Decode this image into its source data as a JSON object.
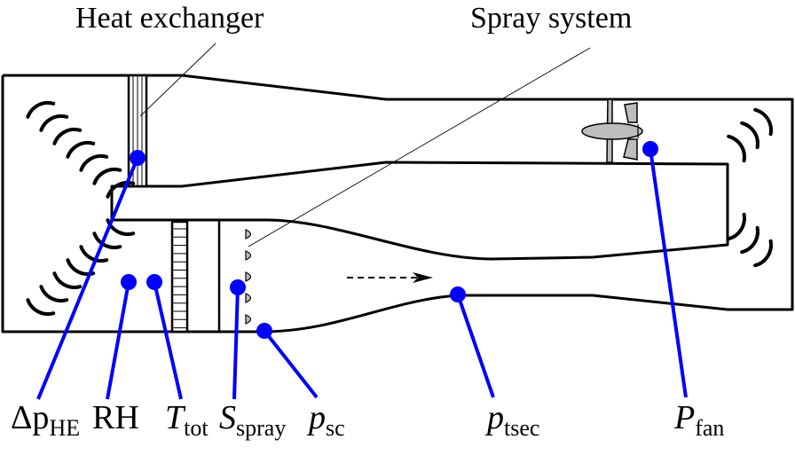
{
  "diagram": {
    "title_labels": {
      "heat_exchanger": "Heat exchanger",
      "spray_system": "Spray system"
    },
    "flow_direction": "left-to-right (lower test section)",
    "sensors": [
      {
        "id": "dp_he",
        "symbol": "Δp",
        "subscript": "HE",
        "italic": true
      },
      {
        "id": "rh",
        "symbol": "RH",
        "subscript": "",
        "italic": false
      },
      {
        "id": "t_tot",
        "symbol": "T",
        "subscript": "tot",
        "italic": true
      },
      {
        "id": "s_spray",
        "symbol": "S",
        "subscript": "spray",
        "italic": true
      },
      {
        "id": "p_sc",
        "symbol": "p",
        "subscript": "sc",
        "italic": true
      },
      {
        "id": "p_tsec",
        "symbol": "p",
        "subscript": "tsec",
        "italic": true
      },
      {
        "id": "p_fan",
        "symbol": "P",
        "subscript": "fan",
        "italic": true
      }
    ],
    "colors": {
      "sensor": "#0000ff",
      "outline": "#000000",
      "component_fill": "#bdbdbd"
    }
  }
}
